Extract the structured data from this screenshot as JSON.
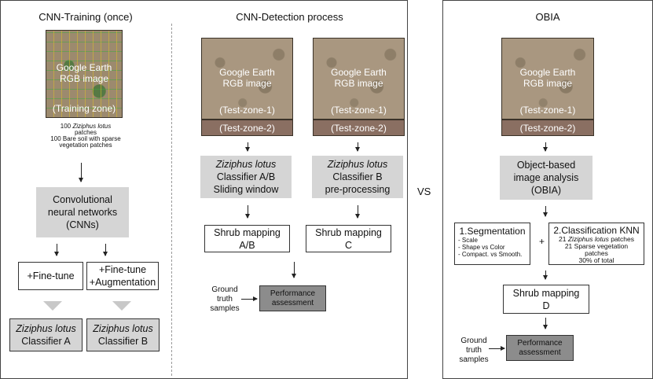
{
  "training": {
    "title": "CNN-Training (once)",
    "image_line1": "Google Earth",
    "image_line2": "RGB image",
    "image_zone": "(Training zone)",
    "note1_italic": "Ziziphus lotus",
    "note1_pre": "100 ",
    "note2": "patches",
    "note3": "100 Bare soil with sparse",
    "note4": "vegetation patches",
    "cnn_line1": "Convolutional",
    "cnn_line2": "neural networks",
    "cnn_line3": "(CNNs)",
    "finetune": "+Fine-tune",
    "finetune_aug_1": "+Fine-tune",
    "finetune_aug_2": "+Augmentation",
    "classA_italic": "Ziziphus lotus",
    "classA": "Classifier A",
    "classB_italic": "Ziziphus lotus",
    "classB": "Classifier B"
  },
  "detection": {
    "title": "CNN-Detection process",
    "img_line1": "Google Earth",
    "img_line2": "RGB image",
    "zone1": "(Test-zone-1)",
    "zone2": "(Test-zone-2)",
    "left_italic": "Ziziphus lotus",
    "left_line2": "Classifier A/B",
    "left_line3": "Sliding window",
    "right_italic": "Ziziphus lotus",
    "right_line2": "Classifier B",
    "right_line3": "pre-processing",
    "map_left_1": "Shrub mapping",
    "map_left_2": "A/B",
    "map_right_1": "Shrub mapping",
    "map_right_2": "C",
    "gt_1": "Ground",
    "gt_2": "truth",
    "gt_3": "samples",
    "perf_1": "Performance",
    "perf_2": "assessment"
  },
  "vs": "VS",
  "obia": {
    "title": "OBIA",
    "img_line1": "Google Earth",
    "img_line2": "RGB image",
    "zone1": "(Test-zone-1)",
    "zone2": "(Test-zone-2)",
    "box_1": "Object-based",
    "box_2": "image analysis",
    "box_3": "(OBIA)",
    "seg_title": "1.Segmentation",
    "seg_1": "- Scale",
    "seg_2": "- Shape vs Color",
    "seg_3": "- Compact. vs Smooth.",
    "plus": "+",
    "knn_title": "2.Classification KNN",
    "knn_1_pre": "21 ",
    "knn_1_italic": "Ziziphus lotus",
    "knn_1_post": " patches",
    "knn_2": "21 Sparse vegetation",
    "knn_3": "patches",
    "knn_4": "30% of total",
    "map_1": "Shrub mapping",
    "map_2": "D",
    "gt_1": "Ground",
    "gt_2": "truth",
    "gt_3": "samples",
    "perf_1": "Performance",
    "perf_2": "assessment"
  }
}
